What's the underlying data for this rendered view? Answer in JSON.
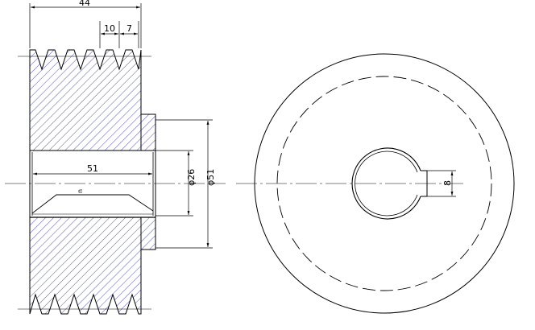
{
  "colors": {
    "line": "#000000",
    "hatch": "#2a2aa0",
    "background": "#ffffff"
  },
  "dimensions": {
    "overall_width": "44",
    "groove_pitch": "10",
    "groove_end": "7",
    "bore_length": "51",
    "bore_diameter": "φ26",
    "hub_diameter": "φ51",
    "keyway_width": "8"
  },
  "notes": {
    "slope_mark": "n"
  }
}
